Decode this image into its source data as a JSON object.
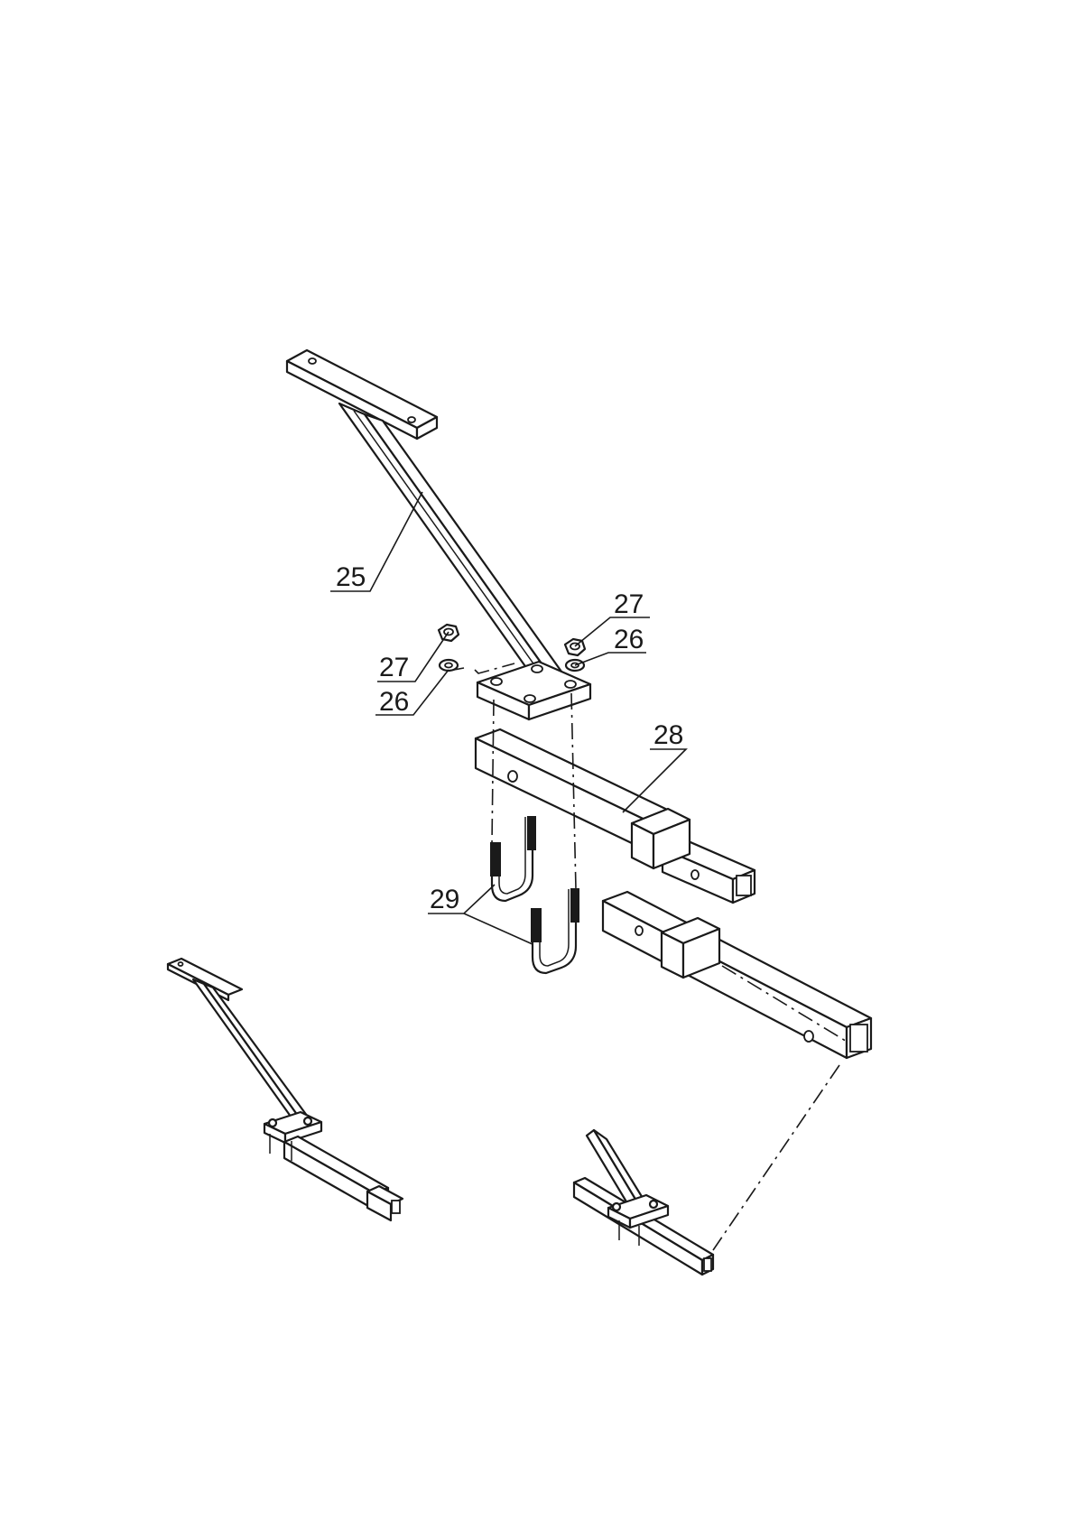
{
  "callouts": {
    "c25": "25",
    "c26_left": "26",
    "c27_left": "27",
    "c26_right": "26",
    "c27_right": "27",
    "c28": "28",
    "c29": "29"
  }
}
